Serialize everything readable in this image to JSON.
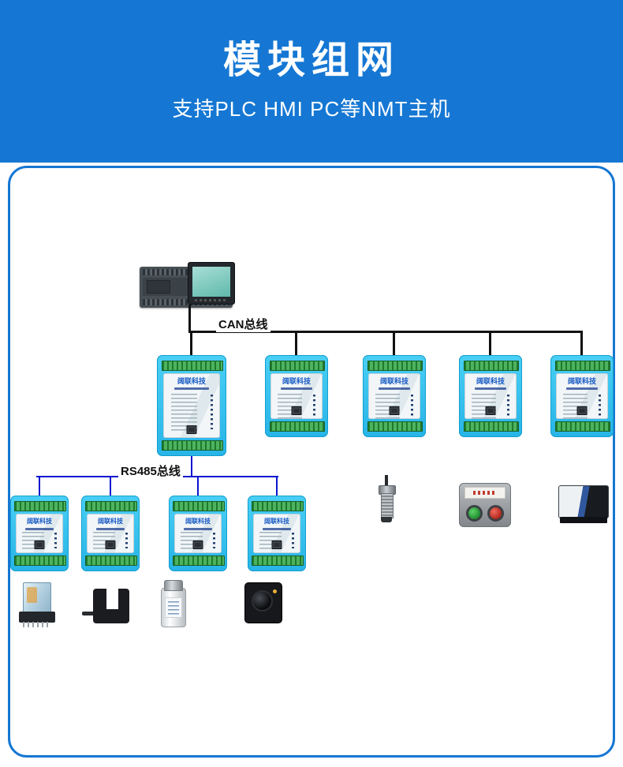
{
  "header": {
    "title": "模块组网",
    "subtitle": "支持PLC HMI PC等NMT主机"
  },
  "diagram": {
    "can_bus_label": "CAN总线",
    "rs485_bus_label": "RS485总线",
    "brand": "阔联科技"
  },
  "colors": {
    "header_bg": "#1577d3",
    "panel_border": "#1577d3",
    "module_body": "#35c4ef",
    "terminal_green": "#3f9e4e",
    "can_bus_line": "#111111",
    "rs485_bus_line": "#0a14cf",
    "brand_text": "#1257c4"
  }
}
